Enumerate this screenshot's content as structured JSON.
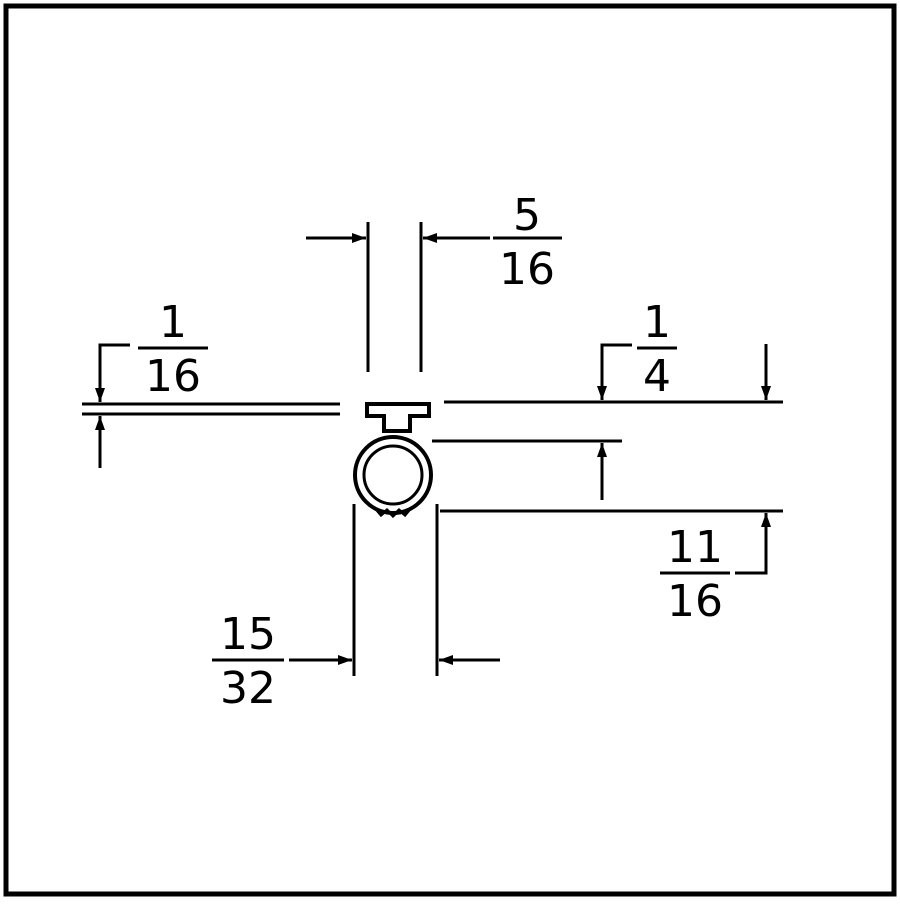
{
  "dimensions": {
    "top_width": {
      "numerator": "5",
      "denominator": "16"
    },
    "flange_thickness": {
      "numerator": "1",
      "denominator": "16"
    },
    "flange_height": {
      "numerator": "1",
      "denominator": "4"
    },
    "overall_height": {
      "numerator": "11",
      "denominator": "16"
    },
    "bulb_width": {
      "numerator": "15",
      "denominator": "32"
    }
  }
}
